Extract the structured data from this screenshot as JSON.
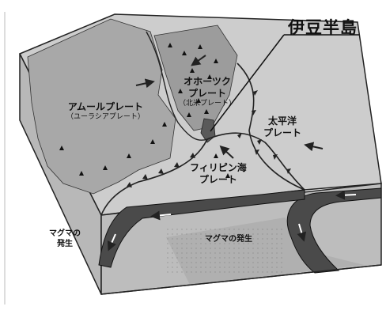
{
  "callout": {
    "label": "伊豆半島"
  },
  "plates": {
    "amur": {
      "name": "アムールプレート",
      "sub": "（ユーラシアプレート）"
    },
    "okhotsk": {
      "line1": "オホーツク",
      "line2": "プレート",
      "sub": "（北米プレート）"
    },
    "pacific": {
      "line1": "太平洋",
      "line2": "プレート"
    },
    "philippine": {
      "line1": "フィリピン海",
      "line2": "プレート"
    }
  },
  "magma": {
    "left_line1": "マグマの",
    "left_line2": "発生",
    "center": "マグマの発生"
  },
  "colors": {
    "land": "#a8a8a8",
    "sea": "#d4d4d4",
    "slab": "#4a4a4a",
    "wall": "#b8b8b8",
    "outline": "#222222"
  },
  "icons": [
    "volcano-icon",
    "plate-motion-arrow",
    "subduction-trench-symbol"
  ]
}
